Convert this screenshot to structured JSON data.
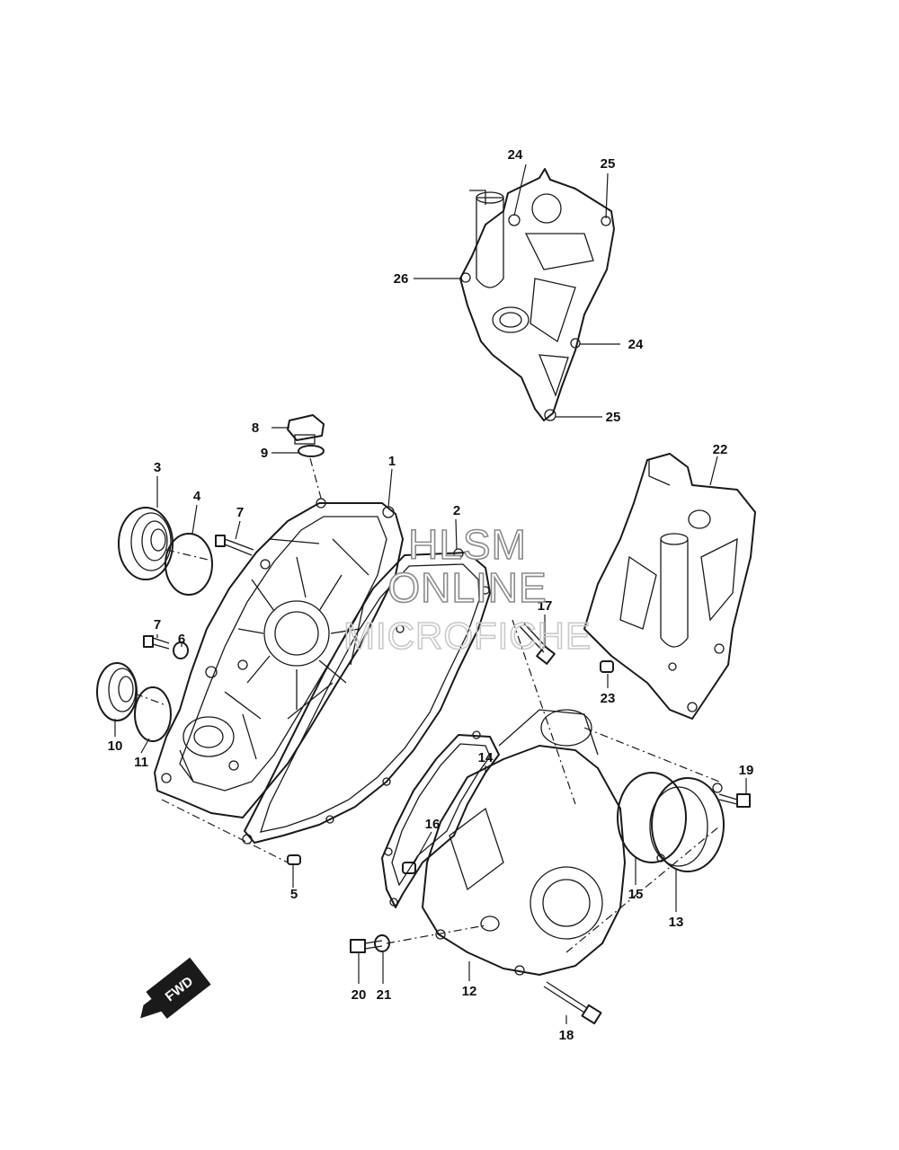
{
  "diagram": {
    "callouts": {
      "c1": "1",
      "c2": "2",
      "c3": "3",
      "c4": "4",
      "c5": "5",
      "c6": "6",
      "c7a": "7",
      "c7b": "7",
      "c8": "8",
      "c9": "9",
      "c10": "10",
      "c11": "11",
      "c12": "12",
      "c13": "13",
      "c14": "14",
      "c15": "15",
      "c16": "16",
      "c17": "17",
      "c18": "18",
      "c19": "19",
      "c20": "20",
      "c21": "21",
      "c22": "22",
      "c23": "23",
      "c24a": "24",
      "c24b": "24",
      "c25a": "25",
      "c25b": "25",
      "c26": "26"
    },
    "watermark": {
      "line1": "HLSM",
      "line2": "ONLINE",
      "line3": "MICROFICHE"
    },
    "fwd_label": "FWD"
  }
}
